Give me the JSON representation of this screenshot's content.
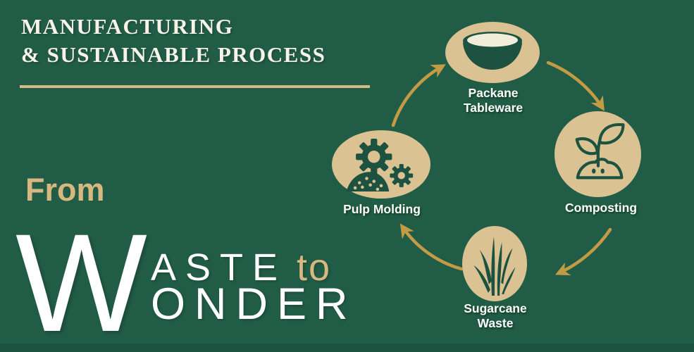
{
  "title": {
    "line1": "MANUFACTURING",
    "line2": "& SUSTAINABLE PROCESS"
  },
  "hero": {
    "prefix": "From",
    "big_letter": "W",
    "line1_rest": "ASTE",
    "line1_suffix": "to",
    "line2_rest": "ONDER"
  },
  "cycle": {
    "nodes": [
      {
        "id": "packane-tableware",
        "icon": "bowl-icon",
        "label_line1": "Packane",
        "label_line2": "Tableware"
      },
      {
        "id": "composting",
        "icon": "seedling-icon",
        "label_line1": "Composting",
        "label_line2": ""
      },
      {
        "id": "sugarcane-waste",
        "icon": "sugarcane-icon",
        "label_line1": "Sugarcane",
        "label_line2": "Waste"
      },
      {
        "id": "pulp-molding",
        "icon": "gears-pulp-icon",
        "label_line1": "Pulp Molding",
        "label_line2": ""
      }
    ],
    "flow_order": [
      "Pulp Molding",
      "Packane Tableware",
      "Composting",
      "Sugarcane Waste"
    ]
  },
  "colors": {
    "background": "#215C47",
    "node_fill": "#DBC292",
    "icon_green": "#1D5241",
    "arrow_gold": "#C49B45",
    "accent_tan": "#D7B880",
    "rule_gold": "#D5BB82",
    "title_text": "#F7F3E8",
    "label_text": "#FFFFFF",
    "bowl_interior": "#F1EDD8"
  }
}
